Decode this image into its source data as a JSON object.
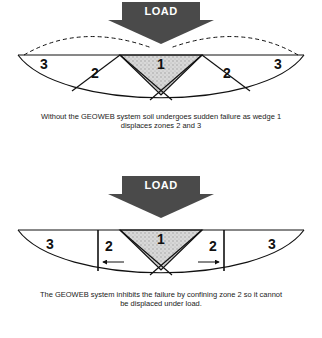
{
  "diagram": {
    "labels": [
      "LOAD",
      "3",
      "2",
      "1",
      "2",
      "3",
      "Without the GEOWEB system soil undergoes sudden failure as wedge 1 displaces zones 2 and 3",
      "LOAD",
      "3",
      "2",
      "1",
      "2",
      "3",
      "The GEOWEB system inhibits the failure by confining zone 2 so it cannot be displaced under load."
    ]
  }
}
